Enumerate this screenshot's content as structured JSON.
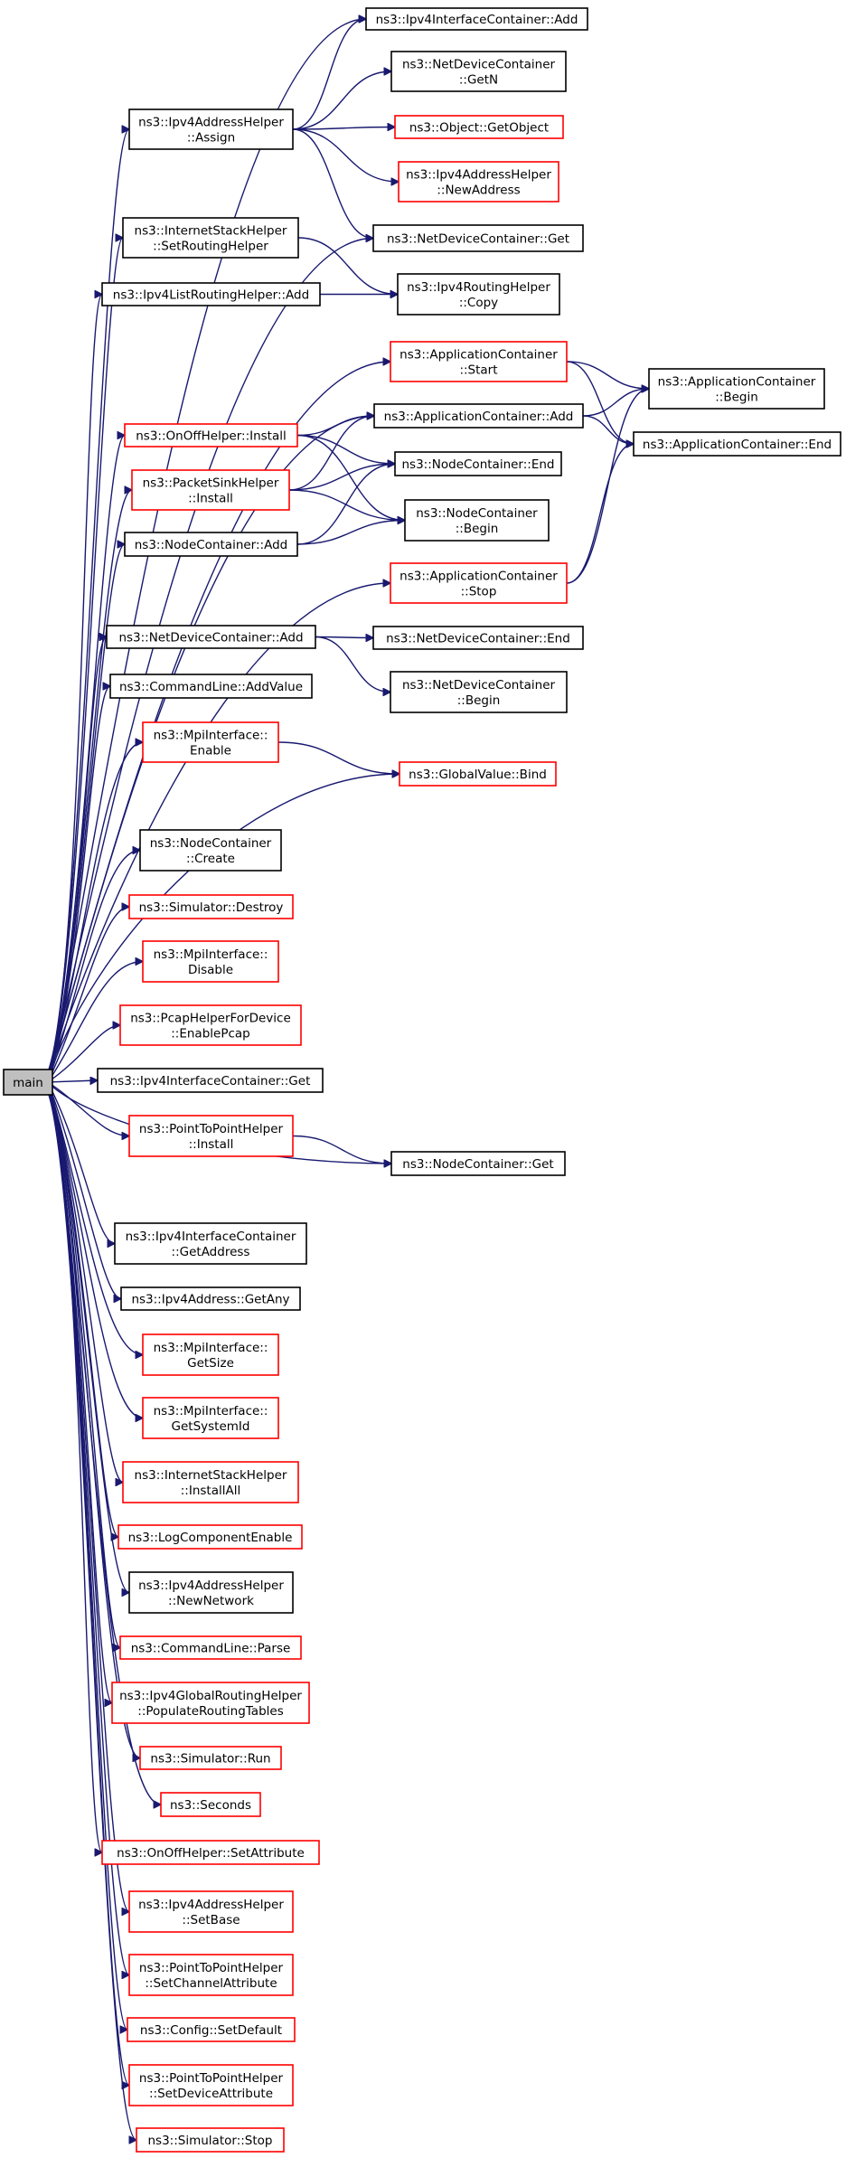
{
  "colors": {
    "edge": "#191970",
    "documented_border": "#000000",
    "undocumented_border": "#ff0000",
    "root_fill": "#bfbfbf",
    "node_fill": "#ffffff"
  },
  "nodes": [
    {
      "id": "main",
      "lines": [
        "main"
      ],
      "style": "root"
    },
    {
      "id": "ipv4ic_add",
      "lines": [
        "ns3::Ipv4InterfaceContainer::Add"
      ],
      "style": "black"
    },
    {
      "id": "ipv4ah_assign",
      "lines": [
        "ns3::Ipv4AddressHelper",
        "::Assign"
      ],
      "style": "black"
    },
    {
      "id": "ndc_getn",
      "lines": [
        "ns3::NetDeviceContainer",
        "::GetN"
      ],
      "style": "black"
    },
    {
      "id": "obj_getobject",
      "lines": [
        "ns3::Object::GetObject"
      ],
      "style": "red"
    },
    {
      "id": "ipv4ah_newaddress",
      "lines": [
        "ns3::Ipv4AddressHelper",
        "::NewAddress"
      ],
      "style": "red"
    },
    {
      "id": "ndc_get",
      "lines": [
        "ns3::NetDeviceContainer::Get"
      ],
      "style": "black"
    },
    {
      "id": "ish_setrouting",
      "lines": [
        "ns3::InternetStackHelper",
        "::SetRoutingHelper"
      ],
      "style": "black"
    },
    {
      "id": "ipv4rh_copy",
      "lines": [
        "ns3::Ipv4RoutingHelper",
        "::Copy"
      ],
      "style": "black"
    },
    {
      "id": "ipv4lrh_add",
      "lines": [
        "ns3::Ipv4ListRoutingHelper::Add"
      ],
      "style": "black"
    },
    {
      "id": "ac_start",
      "lines": [
        "ns3::ApplicationContainer",
        "::Start"
      ],
      "style": "red"
    },
    {
      "id": "ac_begin",
      "lines": [
        "ns3::ApplicationContainer",
        "::Begin"
      ],
      "style": "black"
    },
    {
      "id": "ac_add",
      "lines": [
        "ns3::ApplicationContainer::Add"
      ],
      "style": "black"
    },
    {
      "id": "ac_end",
      "lines": [
        "ns3::ApplicationContainer::End"
      ],
      "style": "black"
    },
    {
      "id": "onoff_install",
      "lines": [
        "ns3::OnOffHelper::Install"
      ],
      "style": "red"
    },
    {
      "id": "nc_end",
      "lines": [
        "ns3::NodeContainer::End"
      ],
      "style": "black"
    },
    {
      "id": "psh_install",
      "lines": [
        "ns3::PacketSinkHelper",
        "::Install"
      ],
      "style": "red"
    },
    {
      "id": "nc_begin",
      "lines": [
        "ns3::NodeContainer",
        "::Begin"
      ],
      "style": "black"
    },
    {
      "id": "nc_add",
      "lines": [
        "ns3::NodeContainer::Add"
      ],
      "style": "black"
    },
    {
      "id": "ac_stop",
      "lines": [
        "ns3::ApplicationContainer",
        "::Stop"
      ],
      "style": "red"
    },
    {
      "id": "ndc_add",
      "lines": [
        "ns3::NetDeviceContainer::Add"
      ],
      "style": "black"
    },
    {
      "id": "ndc_end",
      "lines": [
        "ns3::NetDeviceContainer::End"
      ],
      "style": "black"
    },
    {
      "id": "ndc_begin",
      "lines": [
        "ns3::NetDeviceContainer",
        "::Begin"
      ],
      "style": "black"
    },
    {
      "id": "cl_addvalue",
      "lines": [
        "ns3::CommandLine::AddValue"
      ],
      "style": "black"
    },
    {
      "id": "mpi_enable",
      "lines": [
        "ns3::MpiInterface::",
        "Enable"
      ],
      "style": "red"
    },
    {
      "id": "gv_bind",
      "lines": [
        "ns3::GlobalValue::Bind"
      ],
      "style": "red"
    },
    {
      "id": "nc_create",
      "lines": [
        "ns3::NodeContainer",
        "::Create"
      ],
      "style": "black"
    },
    {
      "id": "sim_destroy",
      "lines": [
        "ns3::Simulator::Destroy"
      ],
      "style": "red"
    },
    {
      "id": "mpi_disable",
      "lines": [
        "ns3::MpiInterface::",
        "Disable"
      ],
      "style": "red"
    },
    {
      "id": "pcap_enable",
      "lines": [
        "ns3::PcapHelperForDevice",
        "::EnablePcap"
      ],
      "style": "red"
    },
    {
      "id": "ipv4ic_get",
      "lines": [
        "ns3::Ipv4InterfaceContainer::Get"
      ],
      "style": "black"
    },
    {
      "id": "p2p_install",
      "lines": [
        "ns3::PointToPointHelper",
        "::Install"
      ],
      "style": "red"
    },
    {
      "id": "nc_get",
      "lines": [
        "ns3::NodeContainer::Get"
      ],
      "style": "black"
    },
    {
      "id": "ipv4ic_getaddress",
      "lines": [
        "ns3::Ipv4InterfaceContainer",
        "::GetAddress"
      ],
      "style": "black"
    },
    {
      "id": "ipv4addr_getany",
      "lines": [
        "ns3::Ipv4Address::GetAny"
      ],
      "style": "black"
    },
    {
      "id": "mpi_getsize",
      "lines": [
        "ns3::MpiInterface::",
        "GetSize"
      ],
      "style": "red"
    },
    {
      "id": "mpi_getsystemid",
      "lines": [
        "ns3::MpiInterface::",
        "GetSystemId"
      ],
      "style": "red"
    },
    {
      "id": "ish_installall",
      "lines": [
        "ns3::InternetStackHelper",
        "::InstallAll"
      ],
      "style": "red"
    },
    {
      "id": "log_enable",
      "lines": [
        "ns3::LogComponentEnable"
      ],
      "style": "red"
    },
    {
      "id": "ipv4ah_newnetwork",
      "lines": [
        "ns3::Ipv4AddressHelper",
        "::NewNetwork"
      ],
      "style": "black"
    },
    {
      "id": "cl_parse",
      "lines": [
        "ns3::CommandLine::Parse"
      ],
      "style": "red"
    },
    {
      "id": "ipv4grh_populate",
      "lines": [
        "ns3::Ipv4GlobalRoutingHelper",
        "::PopulateRoutingTables"
      ],
      "style": "red"
    },
    {
      "id": "sim_run",
      "lines": [
        "ns3::Simulator::Run"
      ],
      "style": "red"
    },
    {
      "id": "seconds",
      "lines": [
        "ns3::Seconds"
      ],
      "style": "red"
    },
    {
      "id": "onoff_setattr",
      "lines": [
        "ns3::OnOffHelper::SetAttribute"
      ],
      "style": "red"
    },
    {
      "id": "ipv4ah_setbase",
      "lines": [
        "ns3::Ipv4AddressHelper",
        "::SetBase"
      ],
      "style": "red"
    },
    {
      "id": "p2p_setchannel",
      "lines": [
        "ns3::PointToPointHelper",
        "::SetChannelAttribute"
      ],
      "style": "red"
    },
    {
      "id": "config_setdefault",
      "lines": [
        "ns3::Config::SetDefault"
      ],
      "style": "red"
    },
    {
      "id": "p2p_setdevice",
      "lines": [
        "ns3::PointToPointHelper",
        "::SetDeviceAttribute"
      ],
      "style": "red"
    },
    {
      "id": "sim_stop",
      "lines": [
        "ns3::Simulator::Stop"
      ],
      "style": "red"
    }
  ],
  "edges": [
    [
      "main",
      "ipv4ic_add"
    ],
    [
      "main",
      "ipv4ah_assign"
    ],
    [
      "main",
      "ndc_get"
    ],
    [
      "main",
      "ish_setrouting"
    ],
    [
      "main",
      "ipv4lrh_add"
    ],
    [
      "main",
      "ac_start"
    ],
    [
      "main",
      "ac_add"
    ],
    [
      "main",
      "onoff_install"
    ],
    [
      "main",
      "psh_install"
    ],
    [
      "main",
      "nc_add"
    ],
    [
      "main",
      "ac_stop"
    ],
    [
      "main",
      "ndc_add"
    ],
    [
      "main",
      "cl_addvalue"
    ],
    [
      "main",
      "mpi_enable"
    ],
    [
      "main",
      "gv_bind"
    ],
    [
      "main",
      "nc_create"
    ],
    [
      "main",
      "sim_destroy"
    ],
    [
      "main",
      "mpi_disable"
    ],
    [
      "main",
      "pcap_enable"
    ],
    [
      "main",
      "ipv4ic_get"
    ],
    [
      "main",
      "p2p_install"
    ],
    [
      "main",
      "nc_get"
    ],
    [
      "main",
      "ipv4ic_getaddress"
    ],
    [
      "main",
      "ipv4addr_getany"
    ],
    [
      "main",
      "mpi_getsize"
    ],
    [
      "main",
      "mpi_getsystemid"
    ],
    [
      "main",
      "ish_installall"
    ],
    [
      "main",
      "log_enable"
    ],
    [
      "main",
      "ipv4ah_newnetwork"
    ],
    [
      "main",
      "cl_parse"
    ],
    [
      "main",
      "ipv4grh_populate"
    ],
    [
      "main",
      "sim_run"
    ],
    [
      "main",
      "seconds"
    ],
    [
      "main",
      "onoff_setattr"
    ],
    [
      "main",
      "ipv4ah_setbase"
    ],
    [
      "main",
      "p2p_setchannel"
    ],
    [
      "main",
      "config_setdefault"
    ],
    [
      "main",
      "p2p_setdevice"
    ],
    [
      "main",
      "sim_stop"
    ],
    [
      "ipv4ah_assign",
      "ipv4ic_add"
    ],
    [
      "ipv4ah_assign",
      "ndc_getn"
    ],
    [
      "ipv4ah_assign",
      "obj_getobject"
    ],
    [
      "ipv4ah_assign",
      "ipv4ah_newaddress"
    ],
    [
      "ipv4ah_assign",
      "ndc_get"
    ],
    [
      "ish_setrouting",
      "ipv4rh_copy"
    ],
    [
      "ipv4lrh_add",
      "ipv4rh_copy"
    ],
    [
      "ac_start",
      "ac_begin"
    ],
    [
      "ac_start",
      "ac_end"
    ],
    [
      "ac_add",
      "ac_begin"
    ],
    [
      "ac_add",
      "ac_end"
    ],
    [
      "onoff_install",
      "ac_add"
    ],
    [
      "onoff_install",
      "nc_end"
    ],
    [
      "onoff_install",
      "nc_begin"
    ],
    [
      "psh_install",
      "ac_add"
    ],
    [
      "psh_install",
      "nc_end"
    ],
    [
      "psh_install",
      "nc_begin"
    ],
    [
      "nc_add",
      "nc_end"
    ],
    [
      "nc_add",
      "nc_begin"
    ],
    [
      "ac_stop",
      "ac_begin"
    ],
    [
      "ac_stop",
      "ac_end"
    ],
    [
      "ndc_add",
      "ndc_end"
    ],
    [
      "ndc_add",
      "ndc_begin"
    ],
    [
      "mpi_enable",
      "gv_bind"
    ],
    [
      "p2p_install",
      "nc_get"
    ]
  ]
}
